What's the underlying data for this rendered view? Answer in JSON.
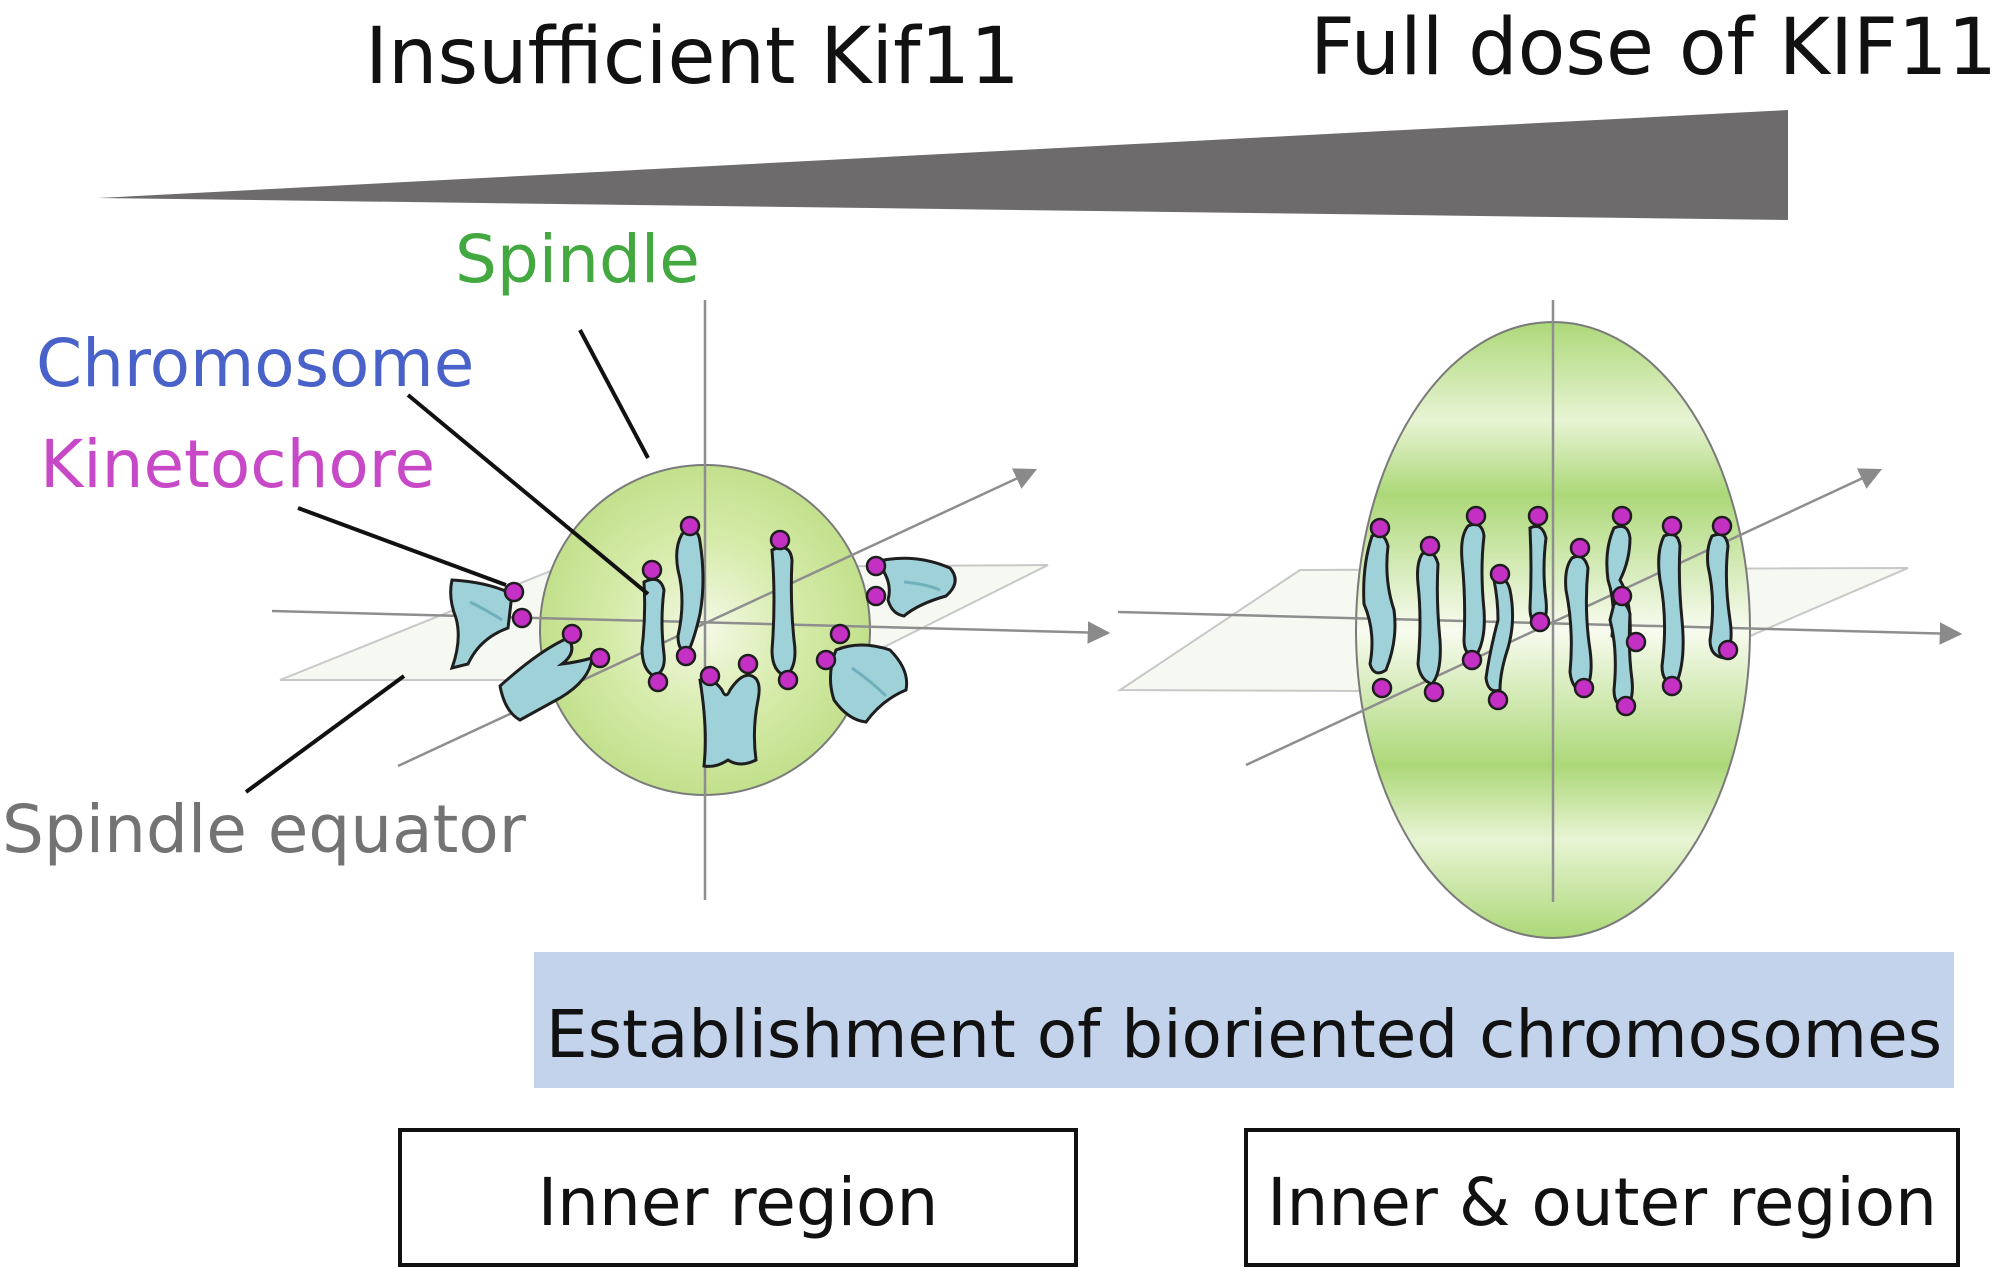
{
  "header": {
    "low_label": "Insufficient Kif11",
    "high_label": "Full dose of KIF11",
    "gradient_color": "#6d6b6b"
  },
  "labels": {
    "spindle": "Spindle",
    "chromosome": "Chromosome",
    "kinetochore": "Kinetochore",
    "spindle_equator": "Spindle equator"
  },
  "colors": {
    "spindle": "#42a83f",
    "chromosome": "#4862c9",
    "kinetochore": "#c849c8",
    "spindle_equator": "#737373",
    "chromosome_fill": "#9fd1d9",
    "kinetochore_fill": "#c42fc4",
    "spindle_fill": "#bfe08a",
    "band_fill": "#c3d3eb"
  },
  "band": {
    "text": "Establishment of bioriented chromosomes"
  },
  "boxes": {
    "left": "Inner region",
    "right": "Inner & outer region"
  }
}
